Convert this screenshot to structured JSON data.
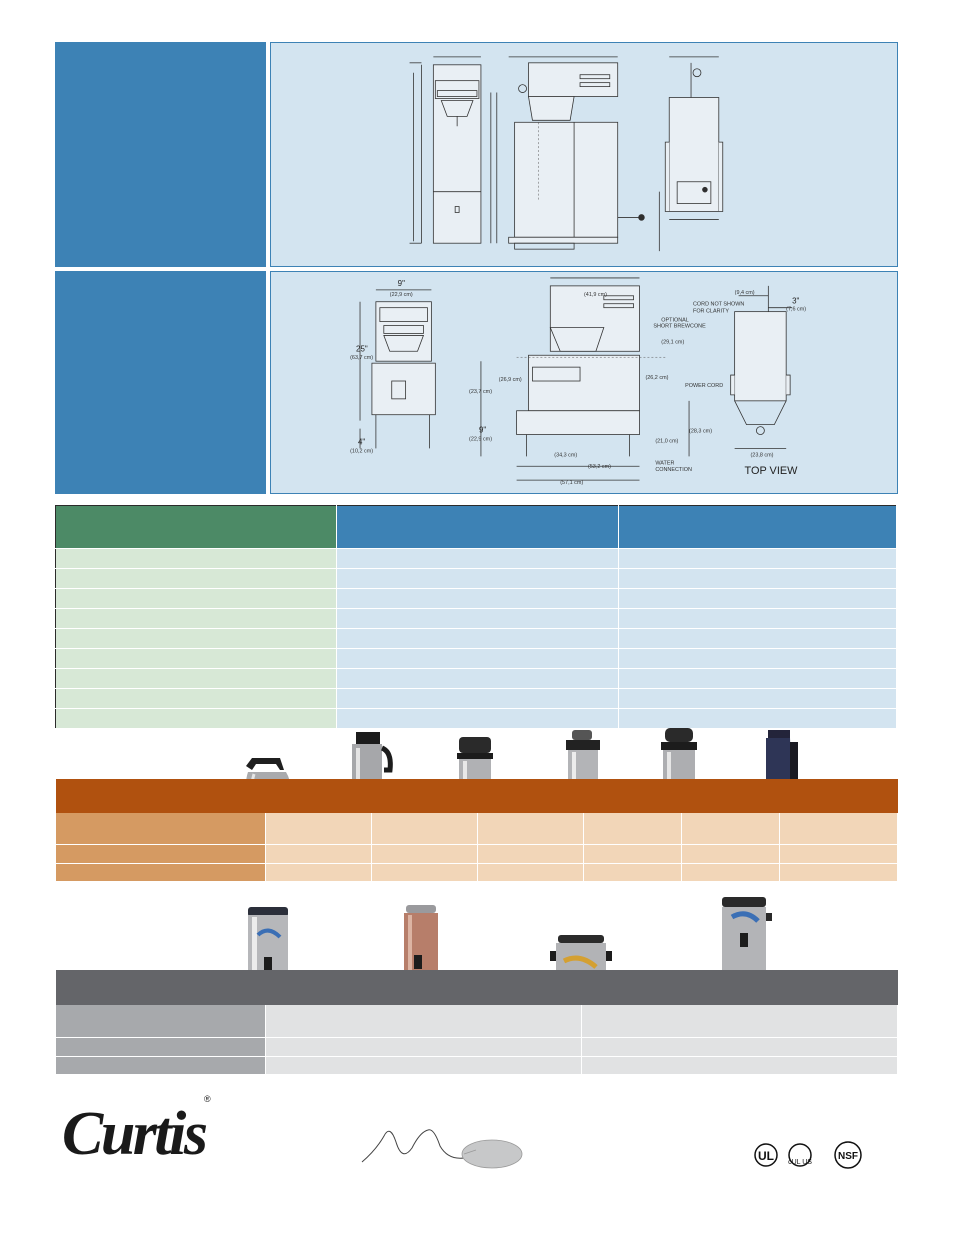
{
  "drawings": {
    "top_panel": {
      "views": [
        "front-view-tall",
        "side-view-tall",
        "rear-view-tall"
      ]
    },
    "bottom_panel": {
      "front_dims": {
        "width": "9\"",
        "width_cm": "(22,9 cm)",
        "height": "25\"",
        "height_cm": "(63,7 cm)",
        "leg": "4\"",
        "leg_cm": "(10,2 cm)"
      },
      "side_dims": {
        "top_depth_cm": "(41,9 cm)",
        "optional_brewcone": "OPTIONAL\nSHORT BREWCONE",
        "h1_cm": "(29,1 cm)",
        "h2_cm": "(26,9 cm)",
        "h3_cm": "(23,7 cm)",
        "h4_cm": "(26,2 cm)",
        "power_cord": "POWER CORD",
        "leg": "9\"",
        "leg_cm": "(22,9 cm)",
        "d1_cm": "(34,3 cm)",
        "d2_cm": "(53,2 cm)",
        "d3_cm": "(57,1 cm)",
        "h5_cm": "(21,0 cm)",
        "h6_cm": "(28,3 cm)",
        "water_connection": "WATER\nCONNECTION"
      },
      "top_view_dims": {
        "w1_cm": "(9,4 cm)",
        "cord_note": "CORD NOT SHOWN\nFOR CLARITY",
        "w2": "3\"",
        "w2_cm": "(7,6 cm)",
        "depth_cm": "(23,8 cm)",
        "label": "TOP VIEW"
      }
    }
  },
  "colors": {
    "blue": "#3d82b5",
    "light_blue": "#d3e4f0",
    "green": "#4c8a66",
    "light_green": "#d7e8d6",
    "rust": "#b0510f",
    "tan": "#d59a62",
    "light_tan": "#f2d6b8",
    "gray": "#646569",
    "mid_gray": "#a7a9ac",
    "light_gray": "#e1e2e3"
  },
  "brand": {
    "logo_text": "Curtis",
    "registered": "®"
  },
  "certifications": [
    "UL",
    "cUL US",
    "NSF"
  ],
  "icons": {
    "mouse": "computer-mouse-icon"
  }
}
